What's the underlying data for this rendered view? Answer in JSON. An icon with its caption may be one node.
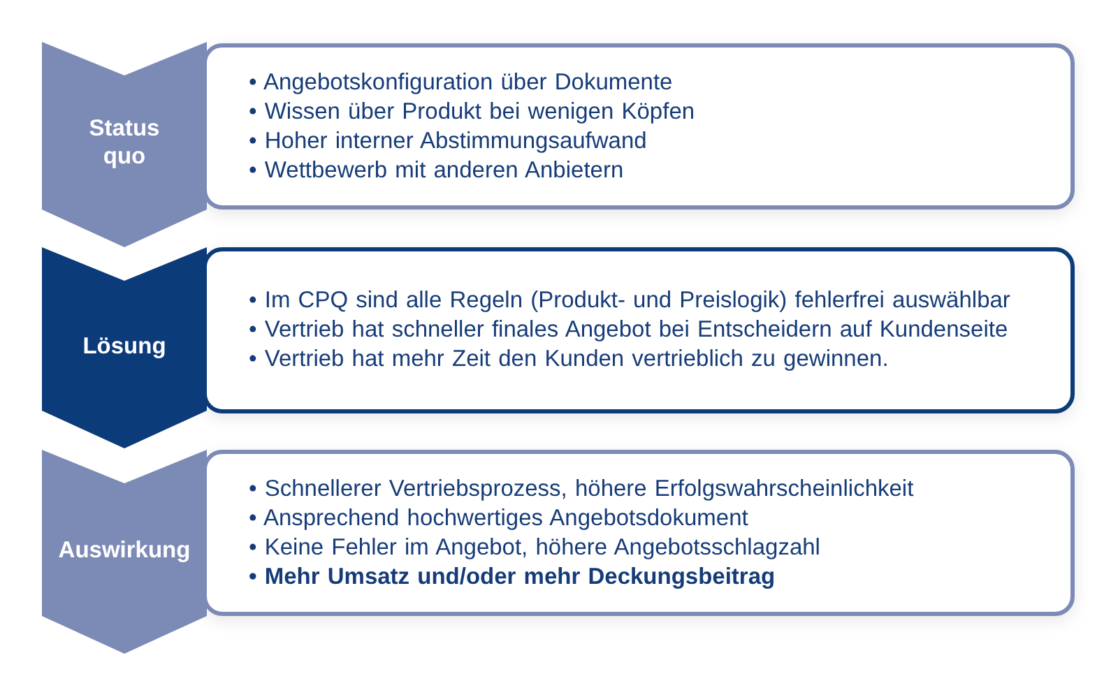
{
  "diagram": {
    "nodes": [
      {
        "text": [
          "Status quo"
        ]
      },
      {
        "text": [
          "• Angebotskonfiguration über Dokumente",
          "• Wissen über Produkt bei wenigen Köpfen",
          "• Hoher interner Abstimmungsaufwand",
          "• Wettbewerb mit anderen Anbietern"
        ]
      },
      {
        "text": [
          "Lösung"
        ]
      },
      {
        "text": [
          "• Im CPQ sind alle Regeln (Produkt- und Preislogik) fehlerfrei auswählbar",
          "• Vertrieb hat schneller finales Angebot bei Entscheidern auf Kundenseite",
          "• Vertrieb hat mehr Zeit den Kunden vertrieblich zu gewinnen."
        ]
      },
      {
        "text": [
          "Auswirkung"
        ]
      },
      {
        "text": [
          "• Schnellerer Vertriebsprozess, höhere Erfolgswahrscheinlichkeit",
          "• Ansprechend hochwertiges Angebotsdokument",
          "• Keine Fehler im Angebot, höhere Angebotsschlagzahl",
          "• Mehr Umsatz und/oder mehr Deckungsbeitrag"
        ]
      }
    ]
  }
}
